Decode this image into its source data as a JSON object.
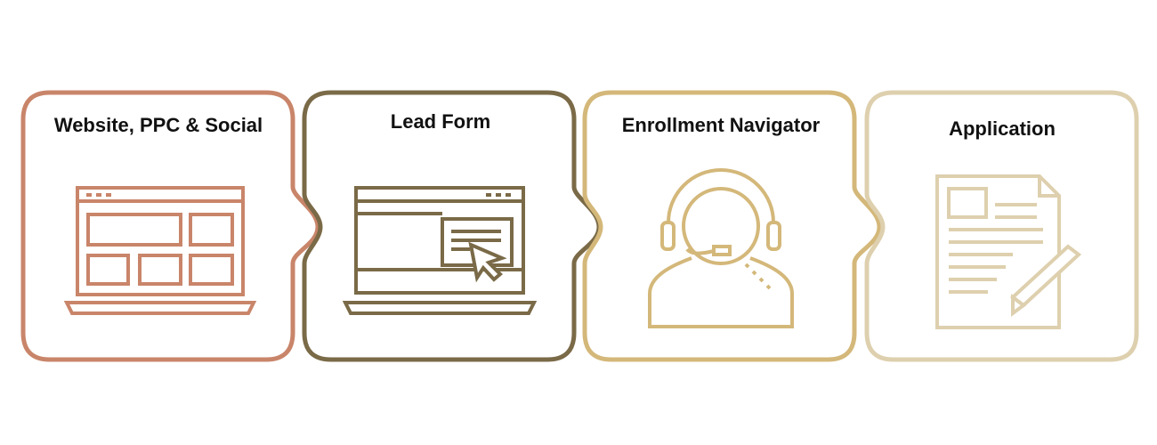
{
  "steps": [
    {
      "title": "Website, PPC & Social",
      "icon": "laptop-website-icon",
      "color": "#C9856A"
    },
    {
      "title": "Lead Form",
      "icon": "laptop-form-cursor-icon",
      "color": "#7A6A47"
    },
    {
      "title": "Enrollment Navigator",
      "icon": "headset-agent-icon",
      "color": "#D4B87A"
    },
    {
      "title": "Application",
      "icon": "document-pencil-icon",
      "color": "#DED0AE"
    }
  ]
}
